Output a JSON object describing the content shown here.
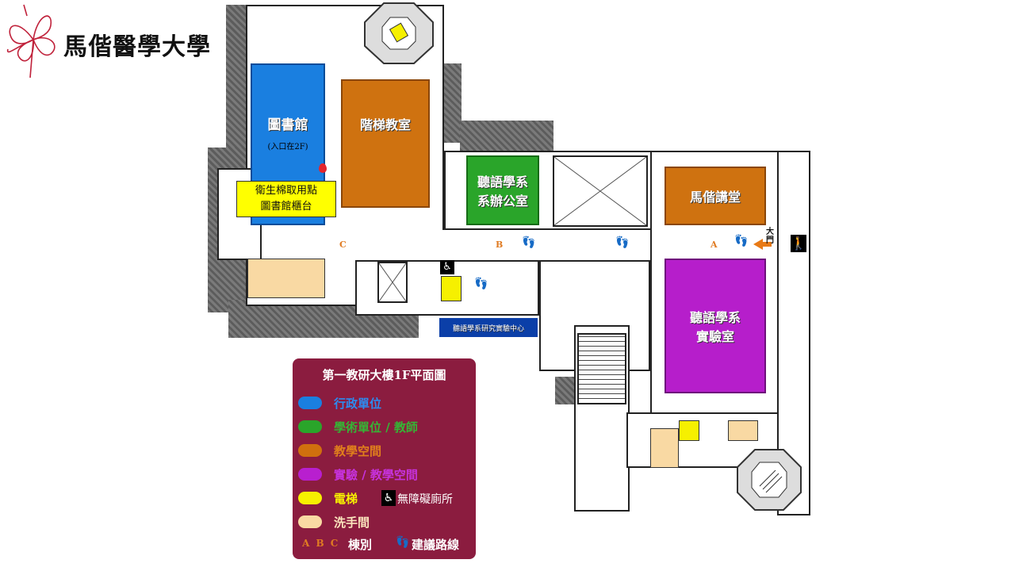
{
  "logo": {
    "name": "馬偕醫學大學"
  },
  "rooms": {
    "library": "圖書館",
    "library_entry": "(入口在2F)",
    "lecture_hall": "階梯教室",
    "dept_office_line1": "聽語學系",
    "dept_office_line2": "系辦公室",
    "mackay_hall": "馬偕講堂",
    "lab_line1": "聽語學系",
    "lab_line2": "實驗室",
    "research_center": "聽語學系研究實驗中心"
  },
  "notice": {
    "line1": "衛生棉取用點",
    "line2": "圖書館櫃台"
  },
  "building_letters": {
    "a": "A",
    "b": "B",
    "c": "C"
  },
  "entrance": {
    "label": "大門"
  },
  "legend": {
    "title": "第一教研大樓1F平面圖",
    "items": [
      {
        "label": "行政單位",
        "color": "#1a7fe0",
        "text_color": "#2c8cf0"
      },
      {
        "label": "學術單位 / 教師",
        "color": "#2aa52a",
        "text_color": "#35b535"
      },
      {
        "label": "教學空間",
        "color": "#d0700e",
        "text_color": "#e07f1c"
      },
      {
        "label": "實驗 / 教學空間",
        "color": "#b81fcf",
        "text_color": "#c632dc"
      },
      {
        "label": "電梯",
        "color": "#f6f000",
        "text_color": "#f6f000"
      },
      {
        "label": "洗手間",
        "color": "#f9d9a3",
        "text_color": "#fbe4bd"
      }
    ],
    "accessible_toilet": "無障礙廁所",
    "building_letters_sample": "A B C",
    "building_label": "棟別",
    "route_label": "建議路線"
  },
  "colors": {
    "admin": "#1a7fe0",
    "academic": "#2aa52a",
    "teaching": "#cf7210",
    "lab": "#b61ecb",
    "elevator": "#f6f000",
    "restroom": "#f9d9a3",
    "legend_bg": "#8b1c3f",
    "research_center": "#0b3fa8"
  }
}
